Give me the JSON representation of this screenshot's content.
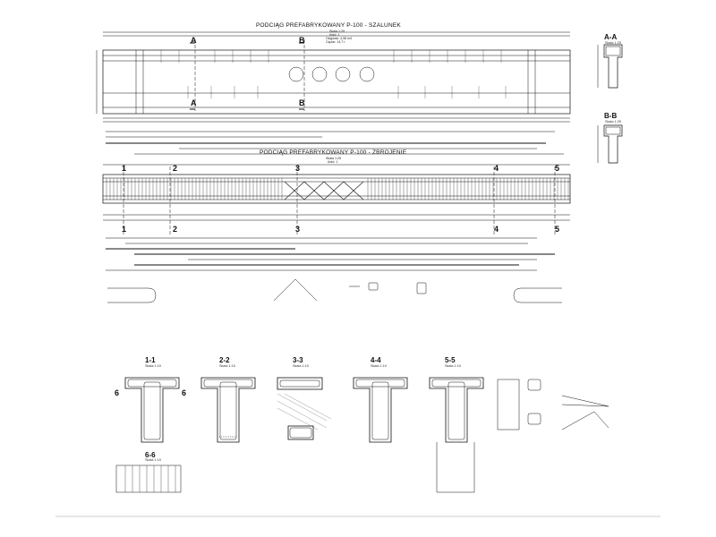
{
  "drawing": {
    "formwork_title": "PODCIĄG PREFABRYKOWANY P-100 -  SZALUNEK",
    "reinforcement_title": "PODCIĄG PREFABRYKOWANY P-100 -  ZBROJENIE",
    "formwork_sections": [
      "A",
      "A",
      "B",
      "B"
    ],
    "formwork_info": [
      "Skala 1:25",
      "Ilość: 1",
      "Objętość: 4,98 m3",
      "Ciężar: 14,7 t"
    ],
    "reinforcement_info": [
      "Skala 1:25",
      "Ilość: 1"
    ],
    "rebar_sections": [
      "1",
      "1",
      "2",
      "2",
      "3",
      "3",
      "4",
      "4",
      "5",
      "5"
    ],
    "side_sections": [
      {
        "title": "A-A",
        "scale": "Skala 1:25"
      },
      {
        "title": "B-B",
        "scale": "Skala 1:25"
      }
    ],
    "cross_sections": [
      {
        "title": "1-1",
        "scale": "Skala 1:10"
      },
      {
        "title": "2-2",
        "scale": "Skala 1:10"
      },
      {
        "title": "3-3",
        "scale": "Skala 1:10"
      },
      {
        "title": "4-4",
        "scale": "Skala 1:10"
      },
      {
        "title": "5-5",
        "scale": "Skala 1:10"
      },
      {
        "title": "6-6",
        "scale": "Skala 1:10"
      }
    ],
    "section_6_marks": [
      "6",
      "6"
    ]
  },
  "colors": {
    "ink": "#111111",
    "paper": "#ffffff",
    "hatch": "#555555"
  }
}
